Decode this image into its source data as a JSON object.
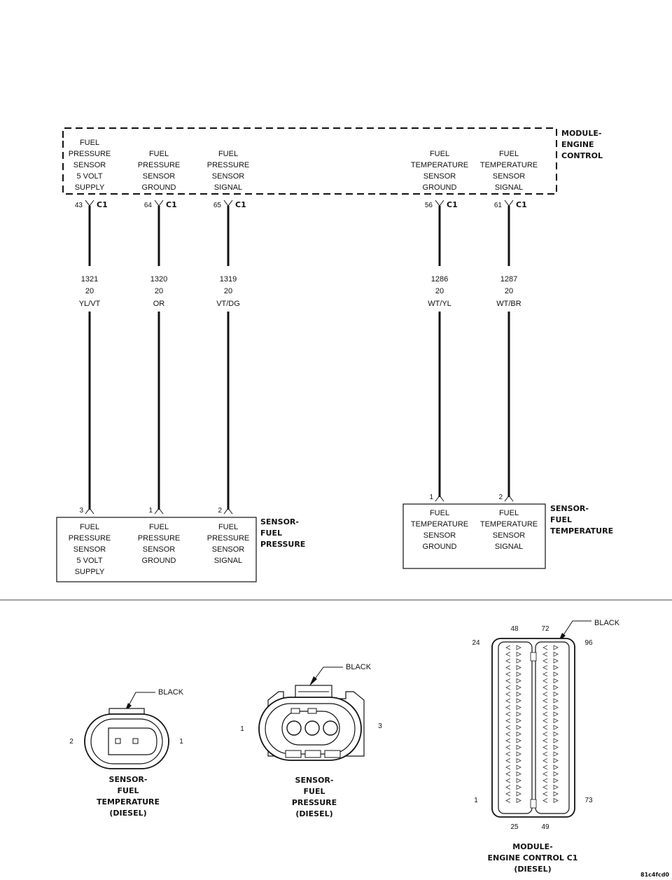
{
  "module": {
    "title_lines": [
      "MODULE-",
      "ENGINE",
      "CONTROL"
    ],
    "connector": "C1",
    "pins": [
      {
        "pin": "43",
        "label_lines": [
          "FUEL",
          "PRESSURE",
          "SENSOR",
          "5 VOLT",
          "SUPPLY"
        ]
      },
      {
        "pin": "64",
        "label_lines": [
          "FUEL",
          "PRESSURE",
          "SENSOR",
          "GROUND"
        ]
      },
      {
        "pin": "65",
        "label_lines": [
          "FUEL",
          "PRESSURE",
          "SENSOR",
          "SIGNAL"
        ]
      },
      {
        "pin": "56",
        "label_lines": [
          "FUEL",
          "TEMPERATURE",
          "SENSOR",
          "GROUND"
        ]
      },
      {
        "pin": "61",
        "label_lines": [
          "FUEL",
          "TEMPERATURE",
          "SENSOR",
          "SIGNAL"
        ]
      }
    ]
  },
  "wires": [
    {
      "circuit": "1321",
      "gauge": "20",
      "color": "YL/VT"
    },
    {
      "circuit": "1320",
      "gauge": "20",
      "color": "OR"
    },
    {
      "circuit": "1319",
      "gauge": "20",
      "color": "VT/DG"
    },
    {
      "circuit": "1286",
      "gauge": "20",
      "color": "WT/YL"
    },
    {
      "circuit": "1287",
      "gauge": "20",
      "color": "WT/BR"
    }
  ],
  "fuel_pressure_sensor": {
    "title_lines": [
      "SENSOR-",
      "FUEL",
      "PRESSURE"
    ],
    "pins": [
      {
        "pin": "3",
        "label_lines": [
          "FUEL",
          "PRESSURE",
          "SENSOR",
          "5 VOLT",
          "SUPPLY"
        ]
      },
      {
        "pin": "1",
        "label_lines": [
          "FUEL",
          "PRESSURE",
          "SENSOR",
          "GROUND"
        ]
      },
      {
        "pin": "2",
        "label_lines": [
          "FUEL",
          "PRESSURE",
          "SENSOR",
          "SIGNAL"
        ]
      }
    ]
  },
  "fuel_temp_sensor": {
    "title_lines": [
      "SENSOR-",
      "FUEL",
      "TEMPERATURE"
    ],
    "pins": [
      {
        "pin": "1",
        "label_lines": [
          "FUEL",
          "TEMPERATURE",
          "SENSOR",
          "GROUND"
        ]
      },
      {
        "pin": "2",
        "label_lines": [
          "FUEL",
          "TEMPERATURE",
          "SENSOR",
          "SIGNAL"
        ]
      }
    ]
  },
  "connector_views": {
    "temp": {
      "color_label": "BLACK",
      "pin_left": "2",
      "pin_right": "1",
      "caption_lines": [
        "SENSOR-",
        "FUEL",
        "TEMPERATURE",
        "(DIESEL)"
      ]
    },
    "pressure": {
      "color_label": "BLACK",
      "pin_left": "1",
      "pin_right": "3",
      "caption_lines": [
        "SENSOR-",
        "FUEL",
        "PRESSURE",
        "(DIESEL)"
      ]
    },
    "pcm": {
      "color_label": "BLACK",
      "pin_labels": {
        "top_left_inner": "48",
        "top_right_inner": "72",
        "top_left_outer": "24",
        "top_right_outer": "96",
        "bottom_left_outer": "1",
        "bottom_right_outer": "73",
        "bottom_left_inner": "25",
        "bottom_right_inner": "49"
      },
      "caption_lines": [
        "MODULE-",
        "ENGINE CONTROL C1",
        "(DIESEL)"
      ]
    }
  },
  "figure_id": "81c4fcd0"
}
